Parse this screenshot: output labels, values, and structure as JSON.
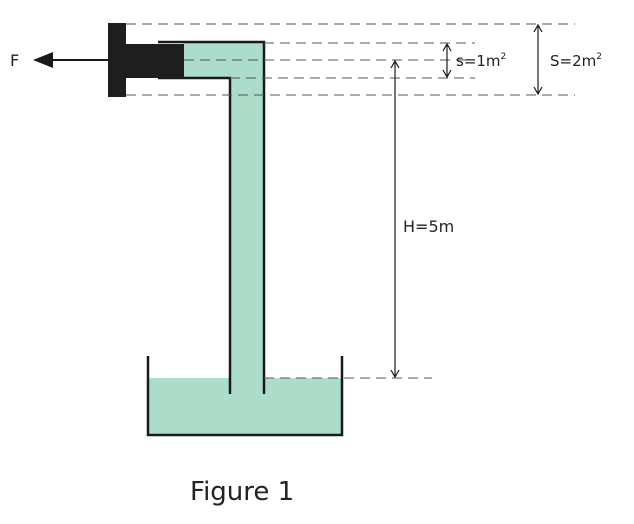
{
  "labels": {
    "force": "F",
    "small_area": "s=1m",
    "small_area_sup": "2",
    "large_area": "S=2m",
    "large_area_sup": "2",
    "height": "H=5m"
  },
  "caption": "Figure 1",
  "colors": {
    "water": "#acdcca",
    "outline": "#1a1a1a",
    "piston": "#1e1e1e",
    "dash": "#555555"
  }
}
